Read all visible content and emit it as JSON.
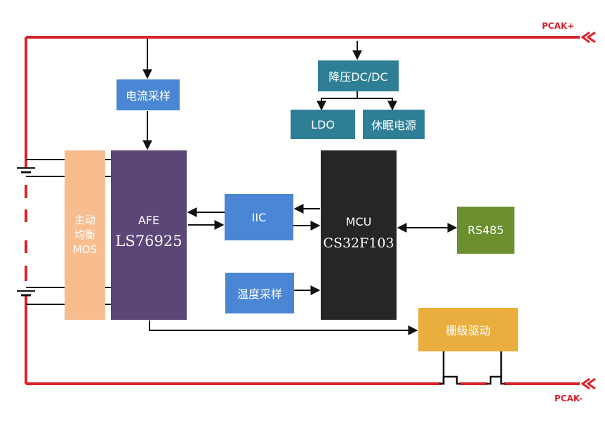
{
  "terminals": {
    "pos": "PCAK+",
    "neg": "PCAK-"
  },
  "blocks": {
    "current_sense": "电流采样",
    "buck": "降压DC/DC",
    "ldo": "LDO",
    "sleep_power": "休眠电源",
    "balance": [
      "主动",
      "均衡",
      "MOS"
    ],
    "afe_title": "AFE",
    "afe_chip": "LS76925",
    "iic": "IIC",
    "mcu_title": "MCU",
    "mcu_chip": "CS32F103",
    "rs485": "RS485",
    "temp_sense": "温度采样",
    "gate_drive": "栅级驱动"
  },
  "colors": {
    "power_line": "#d9232d",
    "blue_block": "#4a86d4",
    "teal_block": "#2e7f96",
    "balance_block": "#f7bd8f",
    "afe_block": "#5b4677",
    "mcu_block": "#262626",
    "rs485_block": "#6b8e2f",
    "gate_block": "#eaae3f"
  }
}
